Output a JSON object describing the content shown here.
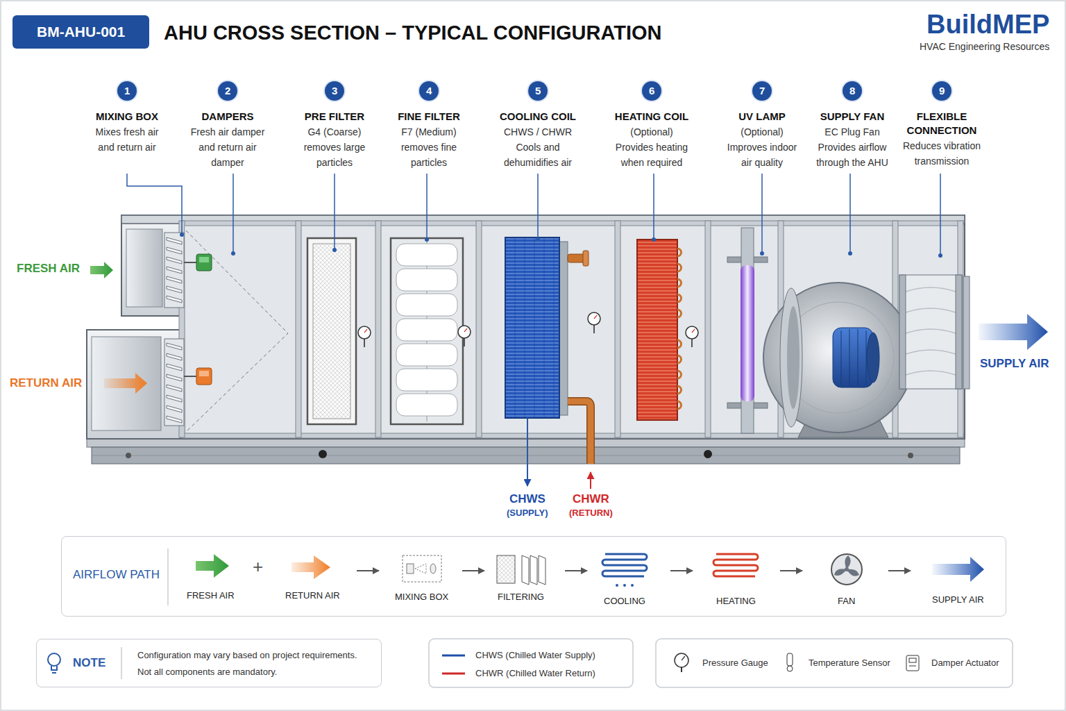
{
  "diagram": {
    "title": "AHU CROSS SECTION – TYPICAL CONFIGURATION",
    "nodes": [
      {
        "text": [
          "BM-AHU-001"
        ]
      },
      {
        "text": [
          "1"
        ]
      },
      {
        "text": [
          "2"
        ]
      },
      {
        "text": [
          "3"
        ]
      },
      {
        "text": [
          "4"
        ]
      },
      {
        "text": [
          "5"
        ]
      },
      {
        "text": [
          "6"
        ]
      },
      {
        "text": [
          "7"
        ]
      },
      {
        "text": [
          "8"
        ]
      },
      {
        "text": [
          "9"
        ]
      },
      {
        "text": [
          "AIRFLOW PATH"
        ]
      },
      {
        "text": [
          "NOTE",
          "Configuration may vary based on project requirements.",
          "Not all components are mandatory."
        ]
      }
    ],
    "labels": [
      "BuildMEP",
      "HVAC Engineering Resources",
      "MIXING BOX",
      "Mixes fresh air and return air",
      "DAMPERS",
      "Fresh air damper and return air damper",
      "PRE FILTER",
      "G4 (Coarse) removes large particles",
      "FINE FILTER",
      "F7 (Medium) removes fine particles",
      "COOLING COIL",
      "CHWS / CHWR Cools and dehumidifies air",
      "HEATING COIL",
      "(Optional) Provides heating when required",
      "UV LAMP",
      "(Optional) Improves indoor air quality",
      "SUPPLY FAN",
      "EC Plug Fan Provides airflow through the AHU",
      "FLEXIBLE CONNECTION",
      "Reduces vibration transmission",
      "FRESH AIR",
      "RETURN AIR",
      "SUPPLY AIR",
      "CHWS",
      "(SUPPLY)",
      "CHWR",
      "(RETURN)",
      "FRESH AIR",
      "+",
      "RETURN AIR",
      "MIXING BOX",
      "FILTERING",
      "COOLING",
      "HEATING",
      "FAN",
      "SUPPLY AIR"
    ],
    "legend": [
      {
        "text": "CHWS (Chilled Water Supply)"
      },
      {
        "text": "CHWR (Chilled Water Return)"
      },
      {
        "text": "Pressure Gauge"
      },
      {
        "text": "Temperature Sensor"
      },
      {
        "text": "Damper Actuator"
      }
    ]
  }
}
